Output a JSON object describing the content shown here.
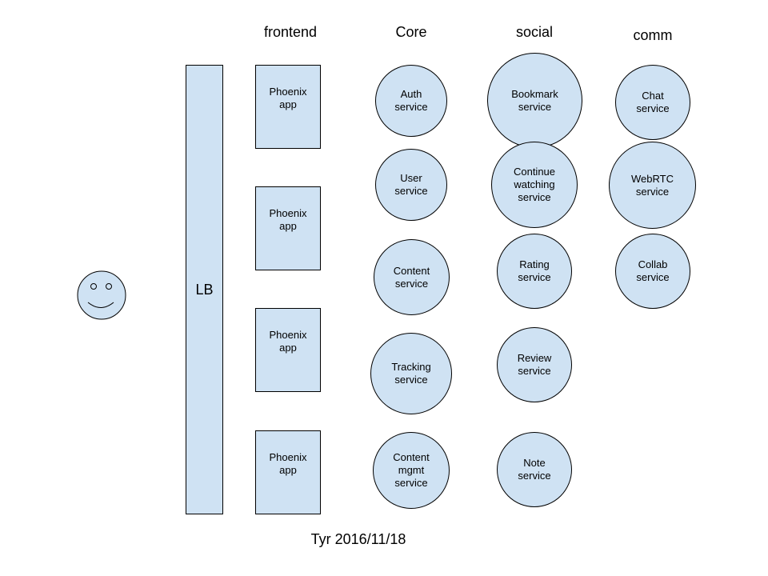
{
  "columns": {
    "frontend": "frontend",
    "core": "Core",
    "social": "social",
    "comm": "comm"
  },
  "lb": {
    "label": "LB"
  },
  "frontend_nodes": [
    "Phoenix\napp",
    "Phoenix\napp",
    "Phoenix\napp",
    "Phoenix\napp"
  ],
  "core_nodes": [
    "Auth\nservice",
    "User\nservice",
    "Content\nservice",
    "Tracking\nservice",
    "Content\nmgmt\nservice"
  ],
  "social_nodes": [
    "Bookmark\nservice",
    "Continue\nwatching\nservice",
    "Rating\nservice",
    "Review\nservice",
    "Note\nservice"
  ],
  "comm_nodes": [
    "Chat\nservice",
    "WebRTC\nservice",
    "Collab\nservice"
  ],
  "footer": "Tyr 2016/11/18",
  "colors": {
    "node_fill": "#cfe2f3",
    "stroke": "#000000"
  }
}
